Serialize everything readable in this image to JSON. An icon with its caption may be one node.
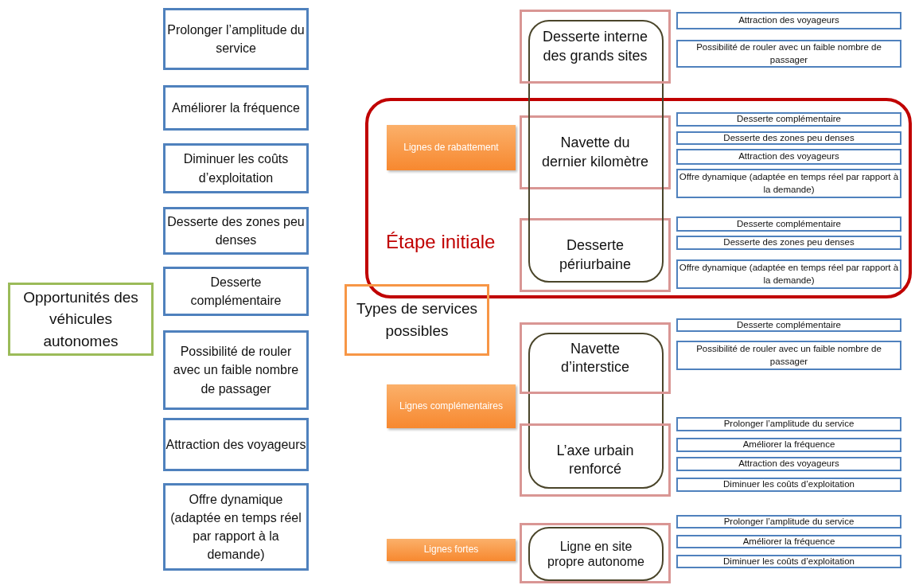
{
  "diagram": {
    "nodes": [
      {
        "text": [
          "Opportunités des véhicules autonomes"
        ]
      },
      {
        "text": [
          "Prolonger l’amplitude du service"
        ]
      },
      {
        "text": [
          "Améliorer la fréquence"
        ]
      },
      {
        "text": [
          "Diminuer les coûts d’exploitation"
        ]
      },
      {
        "text": [
          "Desserte des zones peu denses"
        ]
      },
      {
        "text": [
          "Desserte complémentaire"
        ]
      },
      {
        "text": [
          "Possibilité de rouler avec un faible nombre de passager"
        ]
      },
      {
        "text": [
          "Attraction des voyageurs"
        ]
      },
      {
        "text": [
          "Offre dynamique (adaptée en temps réel par rapport à la demande)"
        ]
      },
      {
        "text": [
          "Étape initiale"
        ]
      },
      {
        "text": [
          "Lignes de rabattement"
        ],
        "in": 9
      },
      {
        "text": [
          "Types de services possibles"
        ]
      },
      {
        "text": [
          "Lignes complémentaires"
        ]
      },
      {
        "text": [
          "Lignes fortes"
        ]
      },
      {
        "text": [],
        "shape": "box"
      },
      {
        "text": [],
        "shape": "box"
      },
      {
        "text": [],
        "shape": "box"
      },
      {
        "text": [
          "Desserte interne des grands sites"
        ]
      },
      {
        "text": [
          "Navette du dernier kilomètre"
        ],
        "in": 9
      },
      {
        "text": [
          "Desserte périurbaine"
        ],
        "in": 9
      },
      {
        "text": [
          "Navette d’interstice"
        ]
      },
      {
        "text": [
          "L’axe urbain renforcé"
        ]
      },
      {
        "text": [
          "Ligne en site propre autonome"
        ],
        "in": 16
      },
      {
        "text": [
          "Attraction des voyageurs"
        ]
      },
      {
        "text": [
          "Possibilité de rouler avec un faible nombre de passager"
        ]
      },
      {
        "text": [
          "Desserte complémentaire"
        ],
        "in": 9
      },
      {
        "text": [
          "Desserte des zones peu denses"
        ],
        "in": 9
      },
      {
        "text": [
          "Attraction des voyageurs"
        ],
        "in": 9
      },
      {
        "text": [
          "Offre dynamique (adaptée en temps réel par rapport à la demande)"
        ],
        "in": 9
      },
      {
        "text": [
          "Desserte complémentaire"
        ],
        "in": 9
      },
      {
        "text": [
          "Desserte des zones peu denses"
        ],
        "in": 9
      },
      {
        "text": [
          "Offre dynamique (adaptée en temps réel par rapport à la demande)"
        ],
        "in": 9
      },
      {
        "text": [
          "Desserte complémentaire"
        ]
      },
      {
        "text": [
          "Possibilité de rouler avec un faible nombre de passager"
        ]
      },
      {
        "text": [
          "Prolonger l’amplitude du service"
        ]
      },
      {
        "text": [
          "Améliorer la fréquence"
        ]
      },
      {
        "text": [
          "Attraction des voyageurs"
        ]
      },
      {
        "text": [
          "Diminuer les coûts d’exploitation"
        ]
      },
      {
        "text": [
          "Prolonger l’amplitude du service"
        ]
      },
      {
        "text": [
          "Améliorer la fréquence"
        ]
      },
      {
        "text": [
          "Diminuer les coûts d’exploitation"
        ]
      }
    ]
  }
}
